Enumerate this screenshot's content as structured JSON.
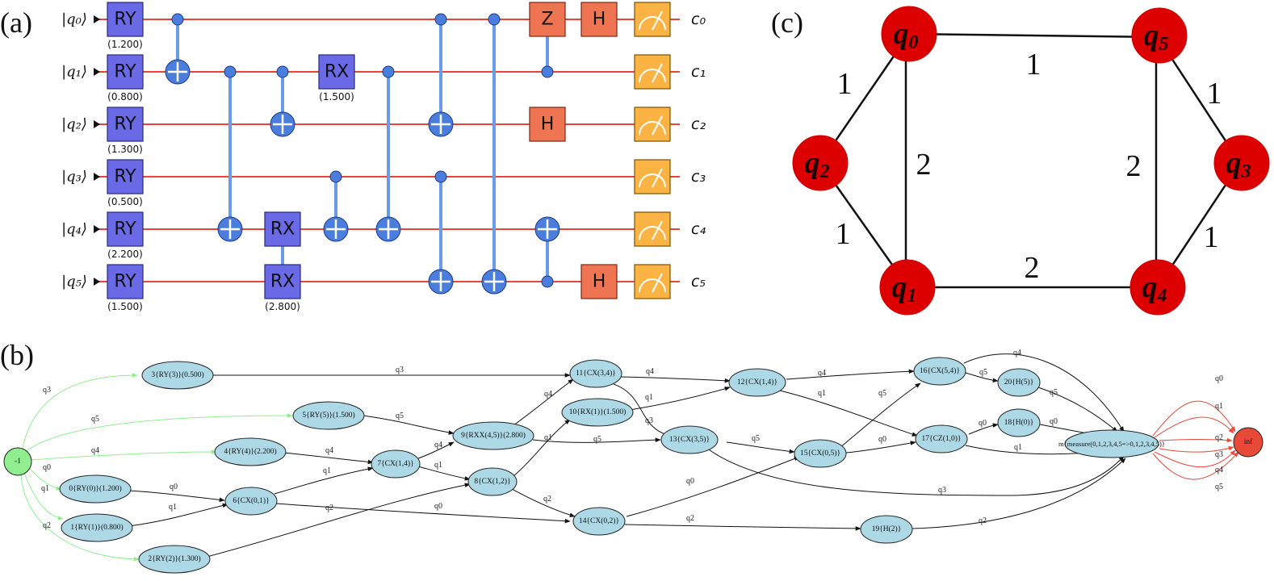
{
  "panel_labels": {
    "a": "(a)",
    "b": "(b)",
    "c": "(c)"
  },
  "circuit": {
    "qubits": [
      "q0",
      "q1",
      "q2",
      "q3",
      "q4",
      "q5"
    ],
    "qubit_labels": [
      "|q₀⟩",
      "|q₁⟩",
      "|q₂⟩",
      "|q₃⟩",
      "|q₄⟩",
      "|q₅⟩"
    ],
    "clbits": [
      "c₀",
      "c₁",
      "c₂",
      "c₃",
      "c₄",
      "c₅"
    ],
    "ry_params": [
      "(1.200)",
      "(0.800)",
      "(1.300)",
      "(0.500)",
      "(2.200)",
      "(1.500)"
    ],
    "gates": {
      "ry": "RY",
      "rx": "RX",
      "z": "Z",
      "h": "H"
    },
    "rx_q1_param": "(1.500)",
    "rxx_param": "(2.800)"
  },
  "dag": {
    "source": "-1",
    "sink": "inf",
    "nodes": {
      "n0": "0{RY(0)}(1.200)",
      "n1": "1{RY(1)}(0.800)",
      "n2": "2{RY(2)}(1.300)",
      "n3": "3{RY(3)}(0.500)",
      "n4": "4{RY(4)}(2.200)",
      "n5": "5{RY(5)}(1.500)",
      "n6": "6{CX(0,1)}",
      "n7": "7{CX(1,4)}",
      "n8": "8{CX(1,2)}",
      "n9": "9{RXX(4,5)}(2.800)",
      "n10": "10{RX(1)}(1.500)",
      "n11": "11{CX(3,4)}",
      "n12": "12{CX(1,4)}",
      "n13": "13{CX(3,5)}",
      "n14": "14{CX(0,2)}",
      "n15": "15{CX(0,5)}",
      "n16": "16{CX(5,4)}",
      "n17": "17{CZ(1,0)}",
      "n18": "18{H(0)}",
      "n19": "19{H(2)}",
      "n20": "20{H(5)}",
      "nm": "m{measure(0,1,2,3,4,5=>0,1,2,3,4,5)}"
    },
    "edge_labels": [
      "q0",
      "q1",
      "q2",
      "q3",
      "q4",
      "q5"
    ]
  },
  "coupling": {
    "nodes": [
      "q0",
      "q1",
      "q2",
      "q3",
      "q4",
      "q5"
    ],
    "weights": {
      "q0_q5": "1",
      "q0_q2": "1",
      "q0_q1": "2",
      "q2_q1": "1",
      "q1_q4": "2",
      "q5_q3": "1",
      "q5_q4": "2",
      "q3_q4": "1"
    }
  },
  "colors": {
    "wire": "#e8443a",
    "control": "#6a9be8",
    "param_gate": "#6a6ae6",
    "clifford_gate": "#ee7452",
    "measure": "#fbb444",
    "dag_node": "#add8e6",
    "coupling_node": "#dd0000"
  }
}
